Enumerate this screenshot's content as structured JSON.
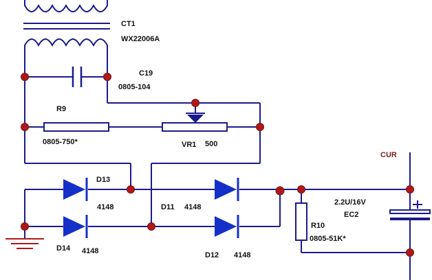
{
  "components": {
    "ct1": {
      "ref": "CT1",
      "value": "WX22006A"
    },
    "c19": {
      "ref": "C19",
      "value": "0805-104"
    },
    "r9": {
      "ref": "R9",
      "value": "0805-750*"
    },
    "vr1": {
      "ref": "VR1",
      "value": "500"
    },
    "d13": {
      "ref": "D13",
      "value": "4148"
    },
    "d14": {
      "ref": "D14",
      "value": "4148"
    },
    "d11": {
      "ref": "D11",
      "value": "4148"
    },
    "d12": {
      "ref": "D12",
      "value": "4148"
    },
    "r10": {
      "ref": "R10",
      "value": "0805-51K*"
    },
    "ec2": {
      "ref": "EC2",
      "value": "2.2U/16V"
    },
    "cur": {
      "label": "CUR"
    }
  },
  "colors": {
    "wire": "#1a1a8c",
    "junction": "#b01818",
    "diode": "#1530c8",
    "ground": "#b01818"
  }
}
